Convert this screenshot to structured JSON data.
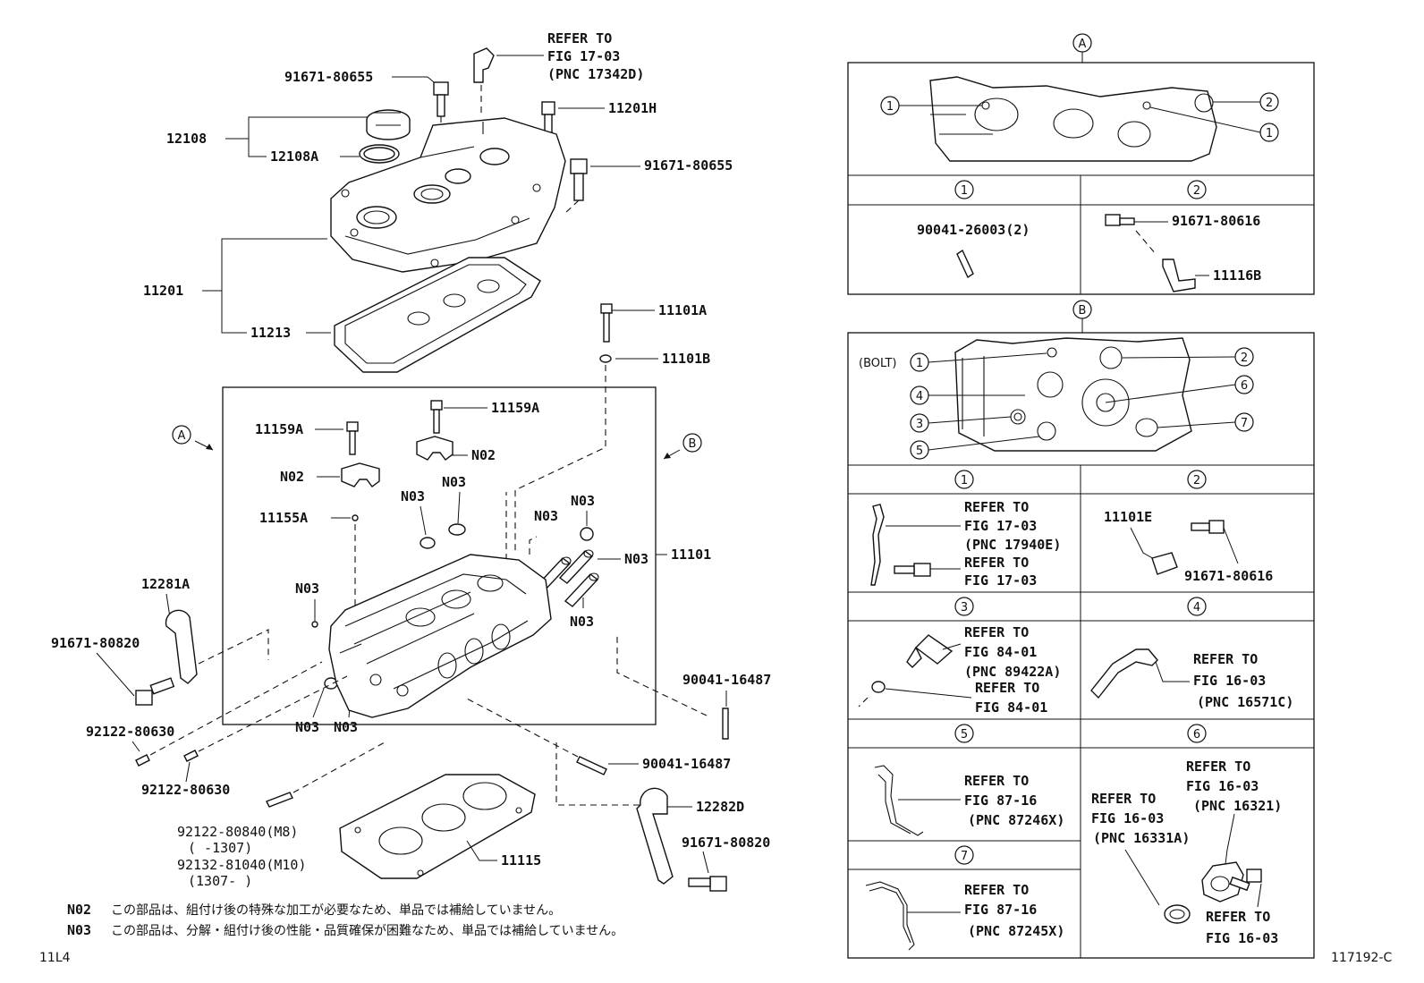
{
  "labels": {
    "refer_17_03_a": [
      "REFER TO",
      "FIG 17-03",
      "(PNC 17342D)"
    ],
    "p91671_80655_a": "91671-80655",
    "p11201H": "11201H",
    "p12108": "12108",
    "p12108A": "12108A",
    "p91671_80655_b": "91671-80655",
    "p11201": "11201",
    "p11213": "11213",
    "p11101A": "11101A",
    "p11101B": "11101B",
    "p11159A_a": "11159A",
    "p11159A_b": "11159A",
    "pN02_a": "N02",
    "pN02_b": "N02",
    "pN03_a": "N03",
    "pN03_b": "N03",
    "pN03_c": "N03",
    "pN03_d": "N03",
    "pN03_e": "N03",
    "pN03_f": "N03",
    "pN03_g": "N03",
    "pN03_h": "N03",
    "pN03_i": "N03",
    "p11155A": "11155A",
    "p11101": "11101",
    "p12281A": "12281A",
    "p91671_80820_a": "91671-80820",
    "p92122_80630_a": "92122-80630",
    "p92122_80630_b": "92122-80630",
    "p90041_16487_a": "90041-16487",
    "p90041_16487_b": "90041-16487",
    "p12282D": "12282D",
    "p91671_80820_b": "91671-80820",
    "p11115": "11115",
    "p92122_80840": "92122-80840(M8)",
    "p92122_80840_range": "(      -1307)",
    "p92132_81040": "92132-81040(M10)",
    "p92132_81040_range": "(1307-      )",
    "markA": "A",
    "markB": "B"
  },
  "notes": [
    {
      "code": "N02",
      "text": "この部品は、組付け後の特殊な加工が必要なため、単品では補給していません。"
    },
    {
      "code": "N03",
      "text": "この部品は、分解・組付け後の性能・品質確保が困難なため、単品では補給していません。"
    }
  ],
  "footer": {
    "left": "11L4",
    "right": "117192-C"
  },
  "panelA": {
    "title": "A",
    "cells": {
      "c1": {
        "num": "1",
        "part": "90041-26003(2)"
      },
      "c2": {
        "num": "2",
        "part1": "91671-80616",
        "part2": "11116B"
      }
    }
  },
  "panelB": {
    "title": "B",
    "bolt": "(BOLT)",
    "cells": {
      "c1": {
        "num": "1",
        "lines": [
          "REFER TO",
          "FIG 17-03",
          "(PNC 17940E)",
          "REFER TO",
          "FIG 17-03"
        ]
      },
      "c2": {
        "num": "2",
        "part1": "11101E",
        "part2": "91671-80616"
      },
      "c3": {
        "num": "3",
        "lines": [
          "REFER TO",
          "FIG 84-01",
          "(PNC 89422A)",
          "REFER TO",
          "FIG 84-01"
        ]
      },
      "c4": {
        "num": "4",
        "lines": [
          "REFER TO",
          "FIG 16-03",
          "(PNC 16571C)"
        ]
      },
      "c5": {
        "num": "5",
        "lines": [
          "REFER TO",
          "FIG 87-16",
          "(PNC 87246X)"
        ]
      },
      "c6": {
        "num": "6",
        "lines": [
          "REFER TO",
          "FIG 16-03",
          "(PNC 16321)",
          "REFER TO",
          "FIG 16-03",
          "(PNC 16331A)",
          "REFER TO",
          "FIG 16-03"
        ]
      },
      "c7": {
        "num": "7",
        "lines": [
          "REFER TO",
          "FIG 87-16",
          "(PNC 87245X)"
        ]
      }
    }
  },
  "circle_nums": [
    "1",
    "2",
    "3",
    "4",
    "5",
    "6",
    "7"
  ]
}
